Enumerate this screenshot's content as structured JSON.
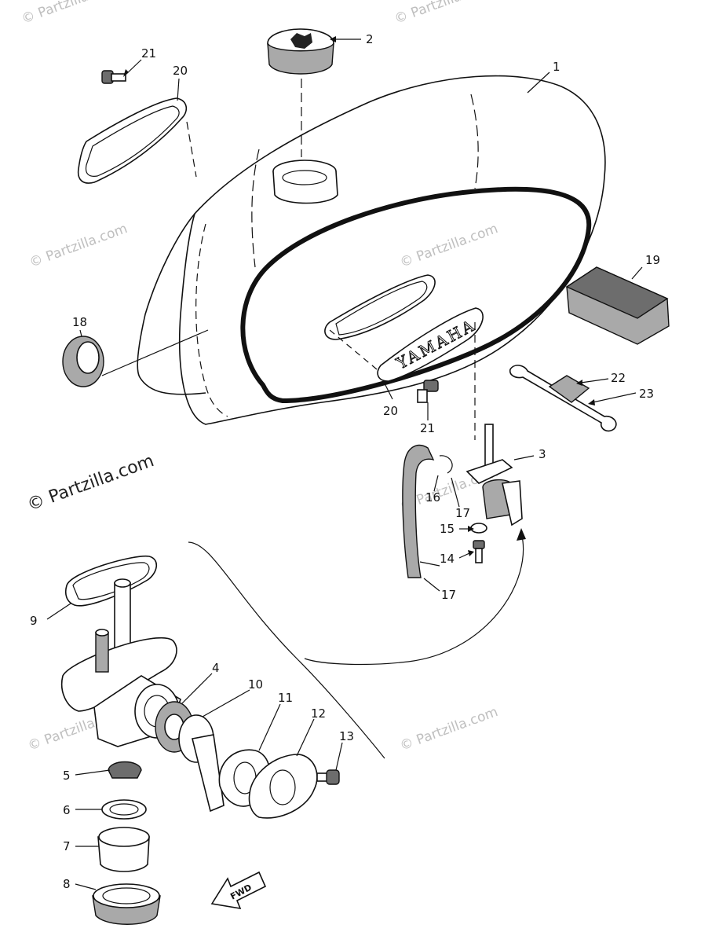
{
  "watermarks": [
    {
      "text": "© Partzilla.com"
    },
    {
      "text": "© Partzilla.com"
    },
    {
      "text": "© Partzilla.com"
    },
    {
      "text": "© Partzilla.com"
    },
    {
      "text": "© Partzilla.com"
    },
    {
      "text": "© Partzilla.com"
    },
    {
      "text": "© Partzilla.com"
    },
    {
      "text": "© Partzilla.com"
    }
  ],
  "brand_emblem": "YAMAHA",
  "direction_arrow": "FWD",
  "callouts": {
    "c1": "1",
    "c2": "2",
    "c3": "3",
    "c4": "4",
    "c5": "5",
    "c6": "6",
    "c7": "7",
    "c8": "8",
    "c9": "9",
    "c10": "10",
    "c11": "11",
    "c12": "12",
    "c13": "13",
    "c14": "14",
    "c15": "15",
    "c16": "16",
    "c17a": "17",
    "c17b": "17",
    "c18": "18",
    "c19": "19",
    "c20a": "20",
    "c20b": "20",
    "c21a": "21",
    "c21b": "21",
    "c22": "22",
    "c23": "23"
  }
}
